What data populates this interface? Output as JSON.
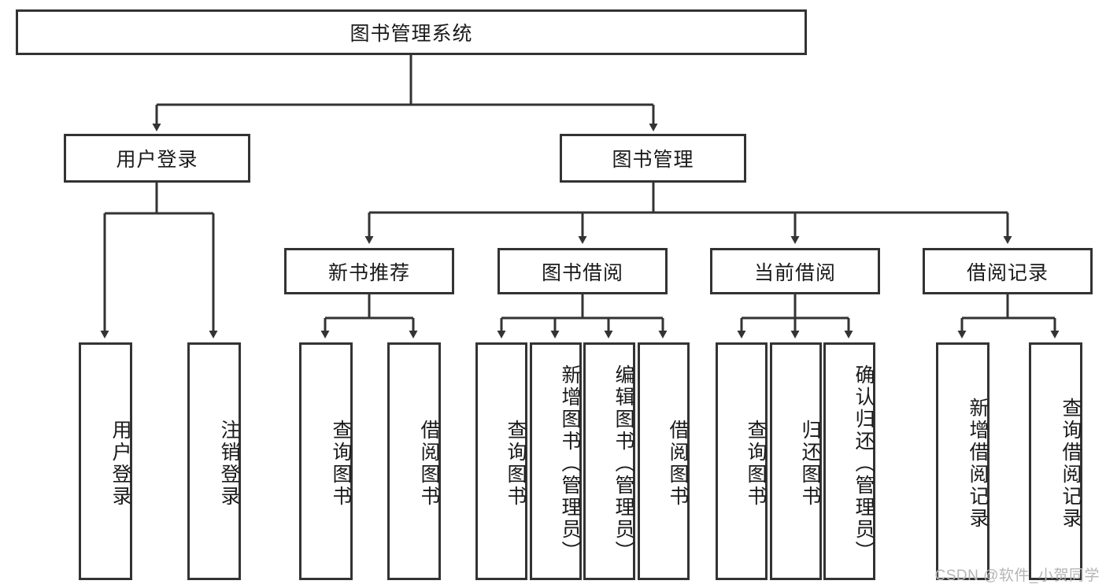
{
  "diagram": {
    "title_node": {
      "id": "root",
      "label": "图书管理系统"
    },
    "level2": [
      {
        "id": "user-login",
        "label": "用户登录"
      },
      {
        "id": "book-manage",
        "label": "图书管理"
      }
    ],
    "level3": [
      {
        "id": "new-book-recommend",
        "label": "新书推荐"
      },
      {
        "id": "book-borrow",
        "label": "图书借阅"
      },
      {
        "id": "current-borrow",
        "label": "当前借阅"
      },
      {
        "id": "borrow-record",
        "label": "借阅记录"
      }
    ],
    "leaves": {
      "user_login": [
        {
          "id": "leaf-user-login",
          "label": "用户登录"
        },
        {
          "id": "leaf-logout-login",
          "label": "注销登录"
        }
      ],
      "new_book_recommend": [
        {
          "id": "leaf-query-book-1",
          "label": "查询图书"
        },
        {
          "id": "leaf-borrow-book-1",
          "label": "借阅图书"
        }
      ],
      "book_borrow": [
        {
          "id": "leaf-query-book-2",
          "label": "查询图书"
        },
        {
          "id": "leaf-add-book",
          "label": "新增图书（管理员）"
        },
        {
          "id": "leaf-edit-book",
          "label": "编辑图书（管理员）"
        },
        {
          "id": "leaf-borrow-book-2",
          "label": "借阅图书"
        }
      ],
      "current_borrow": [
        {
          "id": "leaf-query-book-3",
          "label": "查询图书"
        },
        {
          "id": "leaf-return-book",
          "label": "归还图书"
        },
        {
          "id": "leaf-confirm-return",
          "label": "确认归还（管理员）"
        }
      ],
      "borrow_record": [
        {
          "id": "leaf-add-record",
          "label": "新增借阅记录"
        },
        {
          "id": "leaf-query-record",
          "label": "查询借阅记录"
        }
      ]
    }
  },
  "watermark": {
    "text": "CSDN @软件_小贺同学"
  },
  "colors": {
    "border": "#333333",
    "background": "#ffffff",
    "text": "#1a1a1a",
    "watermark": "#b5b5b5"
  }
}
